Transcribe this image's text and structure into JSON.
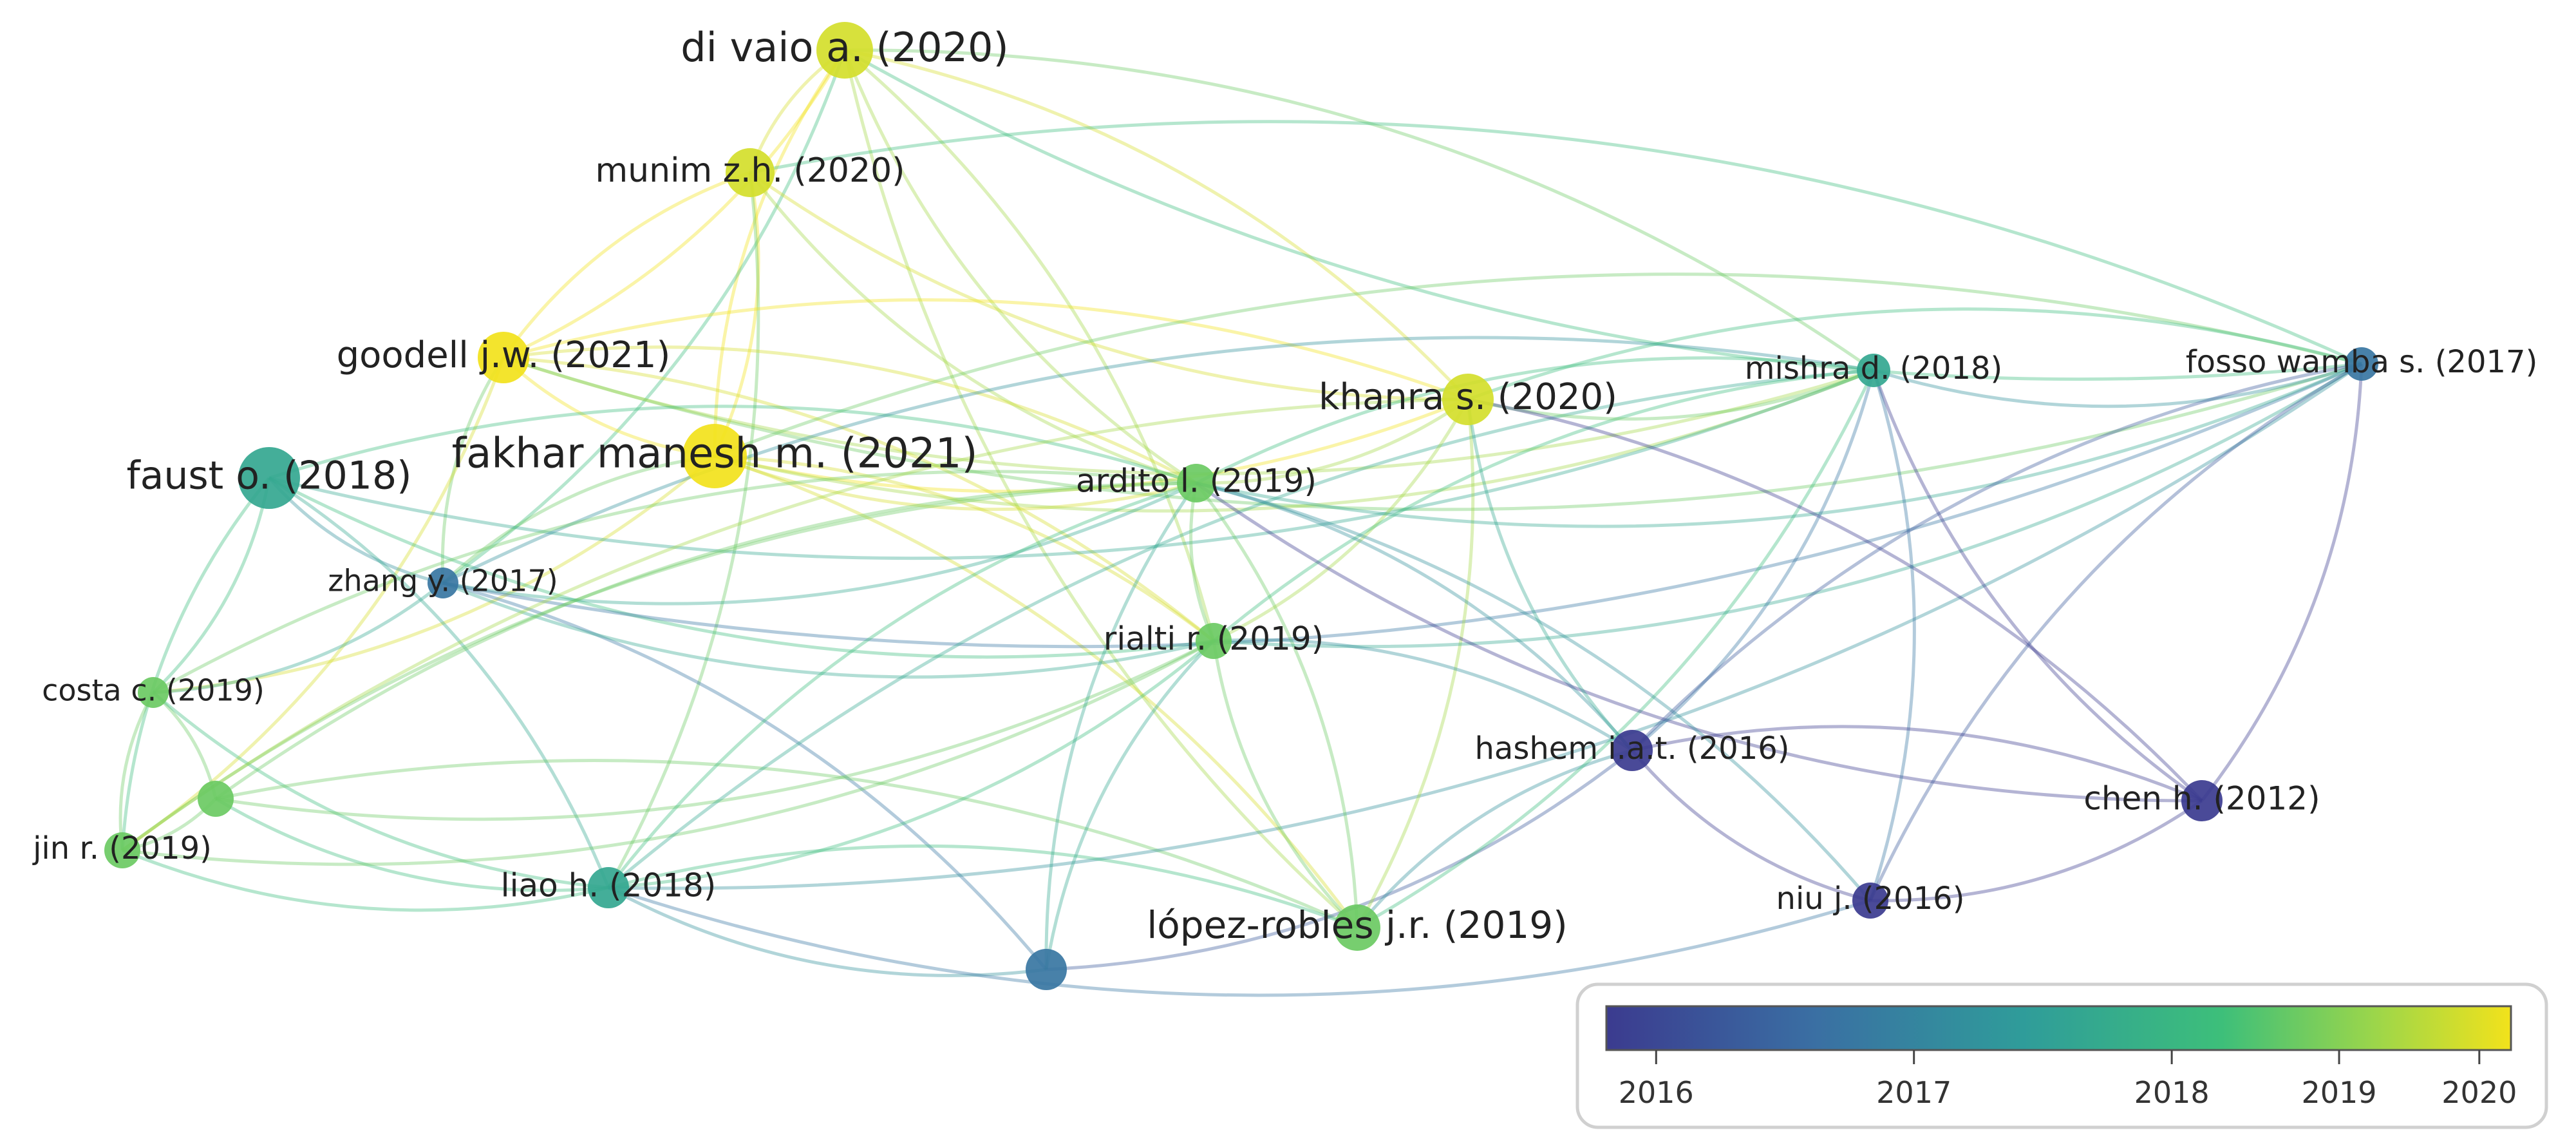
{
  "chart_data": {
    "type": "network",
    "color_scale": {
      "min": 2016,
      "max": 2020.3,
      "ticks": [
        "2016",
        "2017",
        "2018",
        "2019",
        "2020"
      ],
      "colors": [
        "#3b3b8f",
        "#3a6fa3",
        "#2f9c9a",
        "#3dbf7a",
        "#9cd64a",
        "#f2e21b"
      ]
    },
    "nodes": [
      {
        "id": "divaio",
        "label": "di vaio a. (2020)",
        "year": 2020
      },
      {
        "id": "munim",
        "label": "munim z.h. (2020)",
        "year": 2020
      },
      {
        "id": "goodell",
        "label": "goodell j.w. (2021)",
        "year": 2021
      },
      {
        "id": "fakhar",
        "label": "fakhar manesh m. (2021)",
        "year": 2021
      },
      {
        "id": "faust",
        "label": "faust o. (2018)",
        "year": 2018
      },
      {
        "id": "zhang",
        "label": "zhang y. (2017)",
        "year": 2017
      },
      {
        "id": "costa",
        "label": "costa c. (2019)",
        "year": 2019
      },
      {
        "id": "unl1",
        "label": "",
        "year": 2019
      },
      {
        "id": "jin",
        "label": "jin r. (2019)",
        "year": 2019
      },
      {
        "id": "liao",
        "label": "liao h. (2018)",
        "year": 2018
      },
      {
        "id": "unl2",
        "label": "",
        "year": 2017
      },
      {
        "id": "lopez",
        "label": "lópez-robles j.r. (2019)",
        "year": 2019
      },
      {
        "id": "rialti",
        "label": "rialti r. (2019)",
        "year": 2019
      },
      {
        "id": "ardito",
        "label": "ardito l. (2019)",
        "year": 2019
      },
      {
        "id": "khanra",
        "label": "khanra s. (2020)",
        "year": 2020
      },
      {
        "id": "mishra",
        "label": "mishra d. (2018)",
        "year": 2018
      },
      {
        "id": "fosso",
        "label": "fosso wamba s. (2017)",
        "year": 2017
      },
      {
        "id": "hashem",
        "label": "hashem i.a.t. (2016)",
        "year": 2016
      },
      {
        "id": "chen",
        "label": "chen h. (2012)",
        "year": 2012
      },
      {
        "id": "niu",
        "label": "niu j. (2016)",
        "year": 2016
      }
    ],
    "edges": [
      [
        "divaio",
        "munim"
      ],
      [
        "divaio",
        "goodell"
      ],
      [
        "divaio",
        "fakhar"
      ],
      [
        "divaio",
        "khanra"
      ],
      [
        "divaio",
        "ardito"
      ],
      [
        "divaio",
        "rialti"
      ],
      [
        "divaio",
        "lopez"
      ],
      [
        "divaio",
        "mishra"
      ],
      [
        "divaio",
        "fosso"
      ],
      [
        "divaio",
        "zhang"
      ],
      [
        "munim",
        "goodell"
      ],
      [
        "munim",
        "fakhar"
      ],
      [
        "munim",
        "khanra"
      ],
      [
        "munim",
        "fosso"
      ],
      [
        "munim",
        "ardito"
      ],
      [
        "munim",
        "liao"
      ],
      [
        "goodell",
        "fakhar"
      ],
      [
        "goodell",
        "khanra"
      ],
      [
        "goodell",
        "fosso"
      ],
      [
        "goodell",
        "ardito"
      ],
      [
        "goodell",
        "zhang"
      ],
      [
        "goodell",
        "jin"
      ],
      [
        "goodell",
        "mishra"
      ],
      [
        "goodell",
        "rialti"
      ],
      [
        "fakhar",
        "khanra"
      ],
      [
        "fakhar",
        "fosso"
      ],
      [
        "fakhar",
        "ardito"
      ],
      [
        "fakhar",
        "rialti"
      ],
      [
        "fakhar",
        "mishra"
      ],
      [
        "fakhar",
        "lopez"
      ],
      [
        "fakhar",
        "zhang"
      ],
      [
        "fakhar",
        "costa"
      ],
      [
        "faust",
        "zhang"
      ],
      [
        "faust",
        "costa"
      ],
      [
        "faust",
        "jin"
      ],
      [
        "faust",
        "ardito"
      ],
      [
        "faust",
        "mishra"
      ],
      [
        "faust",
        "liao"
      ],
      [
        "faust",
        "rialti"
      ],
      [
        "zhang",
        "unl2"
      ],
      [
        "zhang",
        "ardito"
      ],
      [
        "zhang",
        "mishra"
      ],
      [
        "zhang",
        "rialti"
      ],
      [
        "zhang",
        "costa"
      ],
      [
        "zhang",
        "fosso"
      ],
      [
        "costa",
        "unl1"
      ],
      [
        "costa",
        "jin"
      ],
      [
        "costa",
        "ardito"
      ],
      [
        "costa",
        "liao"
      ],
      [
        "unl1",
        "jin"
      ],
      [
        "unl1",
        "liao"
      ],
      [
        "unl1",
        "ardito"
      ],
      [
        "unl1",
        "rialti"
      ],
      [
        "unl1",
        "lopez"
      ],
      [
        "jin",
        "liao"
      ],
      [
        "jin",
        "ardito"
      ],
      [
        "jin",
        "rialti"
      ],
      [
        "jin",
        "khanra"
      ],
      [
        "liao",
        "unl2"
      ],
      [
        "liao",
        "ardito"
      ],
      [
        "liao",
        "rialti"
      ],
      [
        "liao",
        "mishra"
      ],
      [
        "liao",
        "fosso"
      ],
      [
        "liao",
        "lopez"
      ],
      [
        "liao",
        "niu"
      ],
      [
        "unl2",
        "ardito"
      ],
      [
        "unl2",
        "hashem"
      ],
      [
        "unl2",
        "rialti"
      ],
      [
        "lopez",
        "ardito"
      ],
      [
        "lopez",
        "rialti"
      ],
      [
        "lopez",
        "khanra"
      ],
      [
        "lopez",
        "hashem"
      ],
      [
        "lopez",
        "mishra"
      ],
      [
        "rialti",
        "ardito"
      ],
      [
        "rialti",
        "khanra"
      ],
      [
        "rialti",
        "mishra"
      ],
      [
        "rialti",
        "fosso"
      ],
      [
        "rialti",
        "hashem"
      ],
      [
        "ardito",
        "khanra"
      ],
      [
        "ardito",
        "mishra"
      ],
      [
        "ardito",
        "fosso"
      ],
      [
        "ardito",
        "hashem"
      ],
      [
        "ardito",
        "chen"
      ],
      [
        "ardito",
        "niu"
      ],
      [
        "khanra",
        "mishra"
      ],
      [
        "khanra",
        "fosso"
      ],
      [
        "khanra",
        "hashem"
      ],
      [
        "khanra",
        "chen"
      ],
      [
        "mishra",
        "fosso"
      ],
      [
        "mishra",
        "hashem"
      ],
      [
        "mishra",
        "chen"
      ],
      [
        "mishra",
        "niu"
      ],
      [
        "fosso",
        "hashem"
      ],
      [
        "fosso",
        "chen"
      ],
      [
        "fosso",
        "niu"
      ],
      [
        "hashem",
        "chen"
      ],
      [
        "hashem",
        "niu"
      ],
      [
        "chen",
        "niu"
      ]
    ]
  }
}
